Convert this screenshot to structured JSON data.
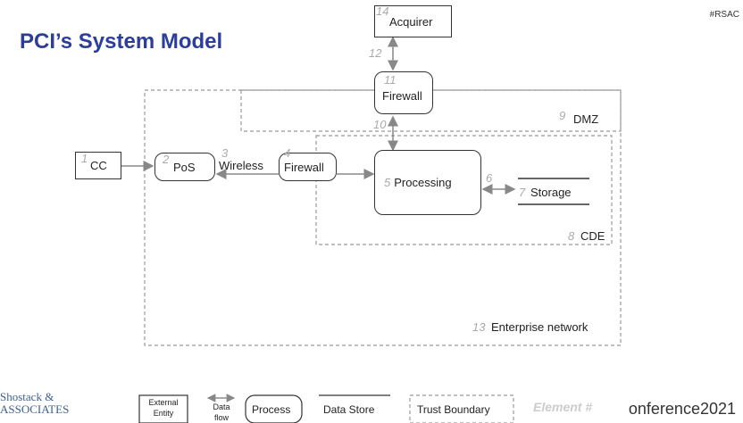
{
  "title": "PCI’s System Model",
  "tag": "#RSAC",
  "nodes": {
    "cc": {
      "num": "1",
      "label": "CC"
    },
    "pos": {
      "num": "2",
      "label": "PoS"
    },
    "wireless": {
      "num": "3",
      "label": "Wireless"
    },
    "firewall_inner": {
      "num": "4",
      "label": "Firewall"
    },
    "processing": {
      "num": "5",
      "label": "Processing"
    },
    "flow6": {
      "num": "6"
    },
    "storage": {
      "num": "7",
      "label": "Storage"
    },
    "cde": {
      "num": "8",
      "label": "CDE"
    },
    "dmz": {
      "num": "9",
      "label": "DMZ"
    },
    "flow10": {
      "num": "10"
    },
    "firewall_top": {
      "num": "11",
      "label": "Firewall"
    },
    "flow12": {
      "num": "12"
    },
    "enterprise": {
      "num": "13",
      "label": "Enterprise network"
    },
    "acquirer": {
      "num": "14",
      "label": "Acquirer"
    }
  },
  "legend": {
    "external_entity": "External Entity",
    "data_flow": "Data flow",
    "process": "Process",
    "data_store": "Data Store",
    "trust_boundary": "Trust Boundary",
    "element_num": "Element #"
  },
  "logo": "Shostack & ASSOCIATES",
  "footer": "onference2021"
}
